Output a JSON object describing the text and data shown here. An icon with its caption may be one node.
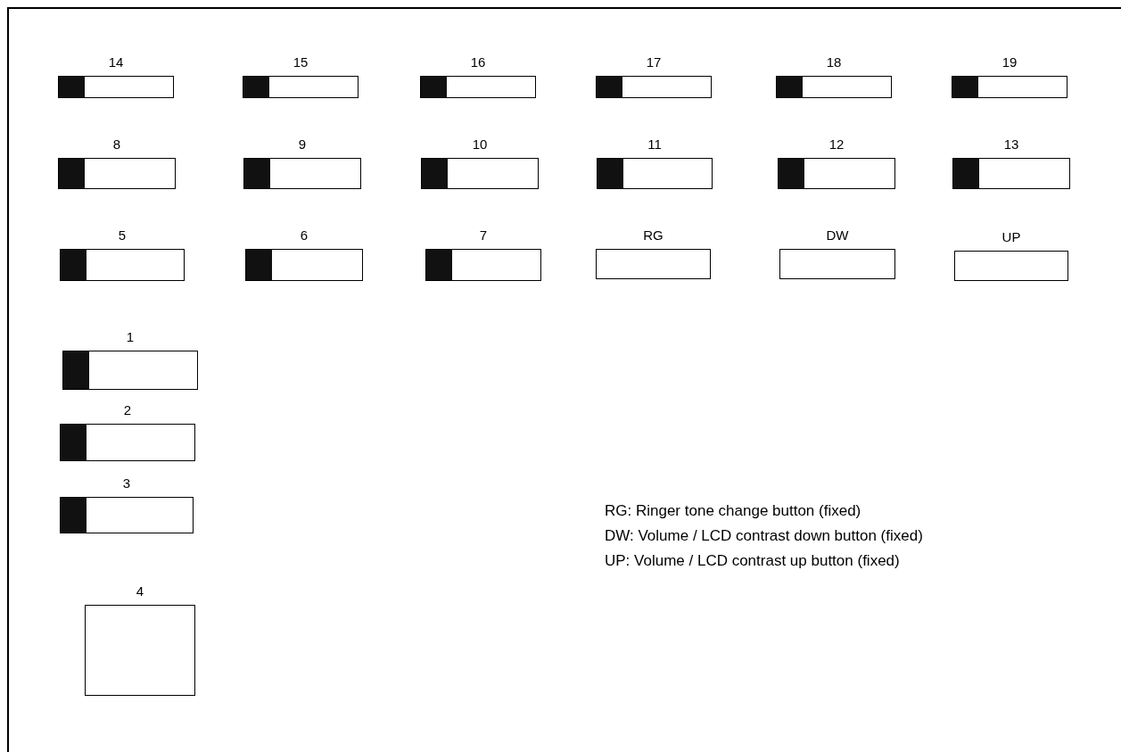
{
  "diagram": {
    "nodes": [
      {
        "text": [
          "14"
        ]
      },
      {
        "text": [
          "15"
        ]
      },
      {
        "text": [
          "16"
        ]
      },
      {
        "text": [
          "17"
        ]
      },
      {
        "text": [
          "18"
        ]
      },
      {
        "text": [
          "19"
        ]
      },
      {
        "text": [
          "8"
        ]
      },
      {
        "text": [
          "9"
        ]
      },
      {
        "text": [
          "10"
        ]
      },
      {
        "text": [
          "11"
        ]
      },
      {
        "text": [
          "12"
        ]
      },
      {
        "text": [
          "13"
        ]
      },
      {
        "text": [
          "5"
        ]
      },
      {
        "text": [
          "6"
        ]
      },
      {
        "text": [
          "7"
        ]
      },
      {
        "text": [
          "RG"
        ]
      },
      {
        "text": [
          "DW"
        ]
      },
      {
        "text": [
          "UP"
        ]
      },
      {
        "text": [
          "1"
        ]
      },
      {
        "text": [
          "2"
        ]
      },
      {
        "text": [
          "3"
        ]
      },
      {
        "text": [
          "4"
        ]
      }
    ],
    "labels": [
      "RG: Ringer tone change button (fixed)",
      "DW: Volume / LCD contrast down button (fixed)",
      "UP: Volume / LCD contrast up button (fixed)"
    ]
  }
}
